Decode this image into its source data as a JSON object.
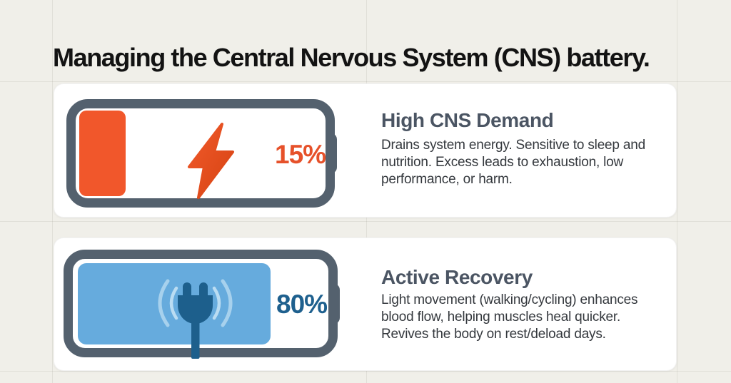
{
  "title": "Managing the Central Nervous System (CNS) battery.",
  "colors": {
    "background": "#f0efe9",
    "card_background": "#ffffff",
    "battery_outline": "#54616e",
    "low_accent": "#e6512a",
    "low_fill": "#f1572b",
    "high_accent": "#1e608e",
    "high_fill": "#66abdd",
    "heading_text": "#4b5563",
    "body_text": "#34383d"
  },
  "cards": [
    {
      "name": "high-cns-demand",
      "icon": "lightning-bolt-icon",
      "percent": 15,
      "percent_label": "15%",
      "heading": "High CNS Demand",
      "body_lines": [
        "Drains system energy. Sensitive to sleep and",
        "nutrition. Excess leads to exhaustion, low",
        "performance, or harm."
      ]
    },
    {
      "name": "active-recovery",
      "icon": "power-plug-icon",
      "percent": 80,
      "percent_label": "80%",
      "heading": "Active Recovery",
      "body_lines": [
        "Light movement (walking/cycling) enhances",
        "blood flow, helping muscles heal quicker.",
        "Revives the body on rest/deload days."
      ]
    }
  ]
}
